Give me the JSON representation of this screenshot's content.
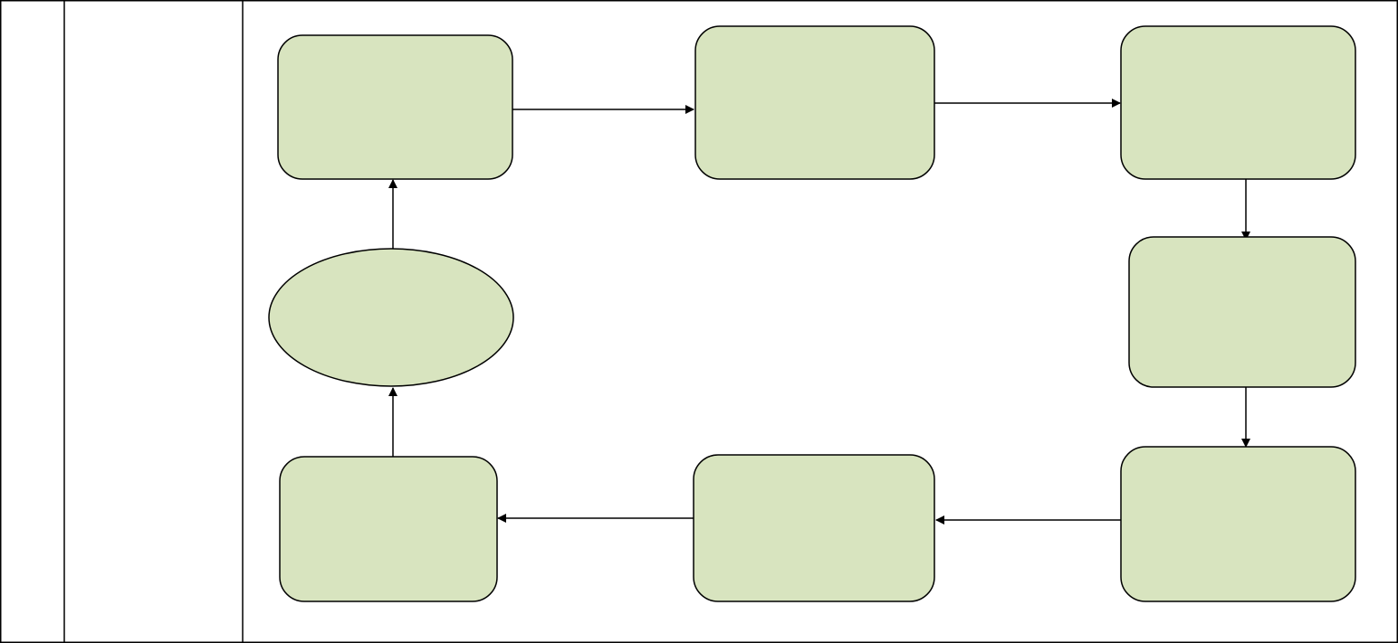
{
  "colors": {
    "node_fill": "#d8e4bf",
    "node_stroke": "#000000",
    "edge_stroke": "#000000",
    "grid_stroke": "#000000",
    "background": "#ffffff"
  },
  "table": {
    "columns": [
      "",
      "",
      ""
    ]
  },
  "diagram": {
    "nodes": [
      {
        "id": "n1",
        "shape": "rounded-rect",
        "label": ""
      },
      {
        "id": "n2",
        "shape": "rounded-rect",
        "label": ""
      },
      {
        "id": "n3",
        "shape": "rounded-rect",
        "label": ""
      },
      {
        "id": "n4",
        "shape": "rounded-rect",
        "label": ""
      },
      {
        "id": "n5",
        "shape": "rounded-rect",
        "label": ""
      },
      {
        "id": "n6",
        "shape": "rounded-rect",
        "label": ""
      },
      {
        "id": "n7",
        "shape": "rounded-rect",
        "label": ""
      },
      {
        "id": "n8",
        "shape": "ellipse",
        "label": ""
      }
    ],
    "edges": [
      {
        "from": "n1",
        "to": "n2"
      },
      {
        "from": "n2",
        "to": "n3"
      },
      {
        "from": "n3",
        "to": "n4"
      },
      {
        "from": "n4",
        "to": "n5"
      },
      {
        "from": "n5",
        "to": "n6"
      },
      {
        "from": "n6",
        "to": "n7"
      },
      {
        "from": "n7",
        "to": "n8"
      },
      {
        "from": "n8",
        "to": "n1"
      }
    ]
  }
}
